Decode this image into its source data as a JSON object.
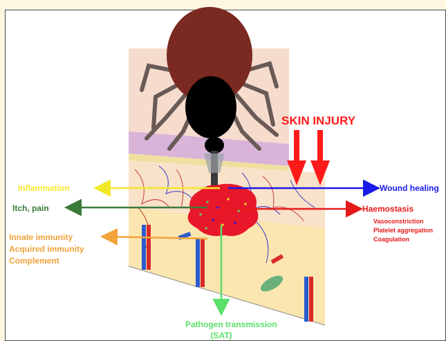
{
  "title": "SKIN INJURY",
  "left_labels": {
    "inflammation": "Inflammation",
    "itch_pain": "Itch, pain",
    "innate_immunity": "Innate immunity",
    "acquired_immunity": "Acquired immunity",
    "complement": "Complement"
  },
  "right_labels": {
    "wound_healing": "Wound healing",
    "haemostasis": "Haemostasis",
    "vasoconstriction": "Vasoconstriction",
    "platelet_aggregation": "Platelet aggregation",
    "coagulation": "Coagulation"
  },
  "bottom_labels": {
    "pathogen_transmission": "Pathogen transmission",
    "sat": "(SAT)"
  },
  "colors": {
    "tick_body": "#7a2a20",
    "tick_head": "#000000",
    "skin_injury": "#ff1a1a",
    "inflammation": "#f2e82a",
    "itch_pain": "#3a7a3a",
    "immunity": "#f2a23a",
    "wound_healing": "#1a1ae6",
    "haemostasis": "#e61a1a",
    "pathogen": "#5ae06a"
  }
}
